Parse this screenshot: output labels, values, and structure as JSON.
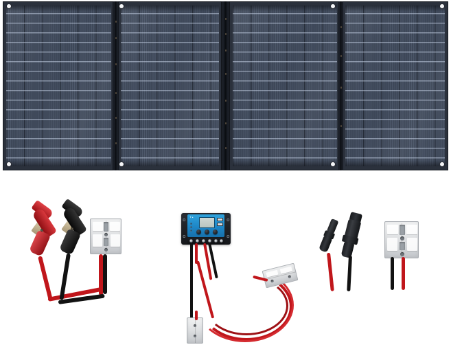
{
  "product": {
    "title": "Foldable Solar Panel Kit",
    "type": "product-photo",
    "background_color": "#ffffff"
  },
  "solar_panel": {
    "name": "Foldable Solar Panel",
    "fold_sections": 4,
    "section_labels": [
      "panel-fold-1",
      "panel-fold-2",
      "panel-fold-3",
      "panel-fold-4"
    ],
    "cell_color": "#3d4758",
    "frame_color": "#2b313c",
    "hinge_color": "#0a0c10",
    "grommet_color": "#f4f5f7",
    "grommet_count": 8,
    "cell_rows_per_section": 17
  },
  "accessories": [
    {
      "id": "alligator-clip-cable",
      "name": "Battery Alligator Clip Cable with Anderson Connector",
      "clips": [
        {
          "label": "positive-clip",
          "color": "#c0161b",
          "polarity": "+"
        },
        {
          "label": "negative-clip",
          "color": "#151515",
          "polarity": "-"
        }
      ],
      "connector": "anderson-connector",
      "connector_color": "#e3e5e7",
      "wire_colors": [
        "#c0161b",
        "#121212"
      ]
    },
    {
      "id": "charge-controller-assembly",
      "name": "PWM Solar Charge Controller with Cables",
      "controller": {
        "label": "solar-charge-controller",
        "faceplate_color": "#1e86c6",
        "body_color": "#1b1e22",
        "display": "lcd-screen",
        "buttons": 3,
        "usb_ports": 2,
        "terminal_screws": 6,
        "indicator_leds": 3
      },
      "connectors": [
        {
          "label": "anderson-connector-inline",
          "color": "#d9dbdd"
        },
        {
          "label": "anderson-connector-end",
          "color": "#d9dbdd"
        }
      ],
      "wire_colors": [
        "#c0161b",
        "#121212"
      ]
    },
    {
      "id": "mc4-to-anderson-adapter",
      "name": "MC4 to Anderson Adapter Cable",
      "mc4_connectors": [
        {
          "label": "mc4-female-connector",
          "color": "#1a1c20"
        },
        {
          "label": "mc4-male-connector",
          "color": "#1a1c20"
        }
      ],
      "connector": "anderson-connector",
      "connector_color": "#e3e5e7",
      "wire_colors": [
        "#c0161b",
        "#121212"
      ]
    }
  ]
}
